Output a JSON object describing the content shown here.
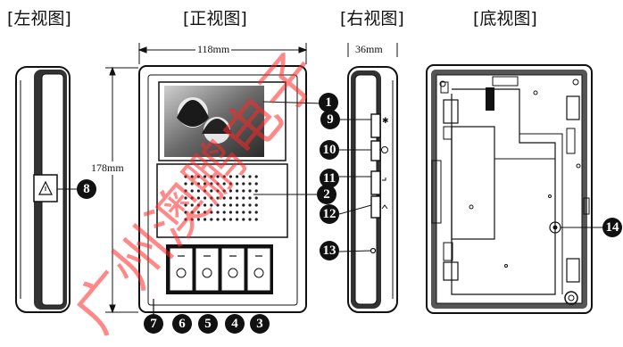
{
  "views": {
    "left": "[左视图]",
    "front": "[正视图]",
    "right": "[右视图]",
    "bottom": "[底视图]"
  },
  "dimensions": {
    "width": "118mm",
    "height": "178mm",
    "depth": "36mm"
  },
  "callouts": [
    "1",
    "2",
    "3",
    "4",
    "5",
    "6",
    "7",
    "8",
    "9",
    "10",
    "11",
    "12",
    "13",
    "14"
  ],
  "watermark": "广州澳鹏电子"
}
